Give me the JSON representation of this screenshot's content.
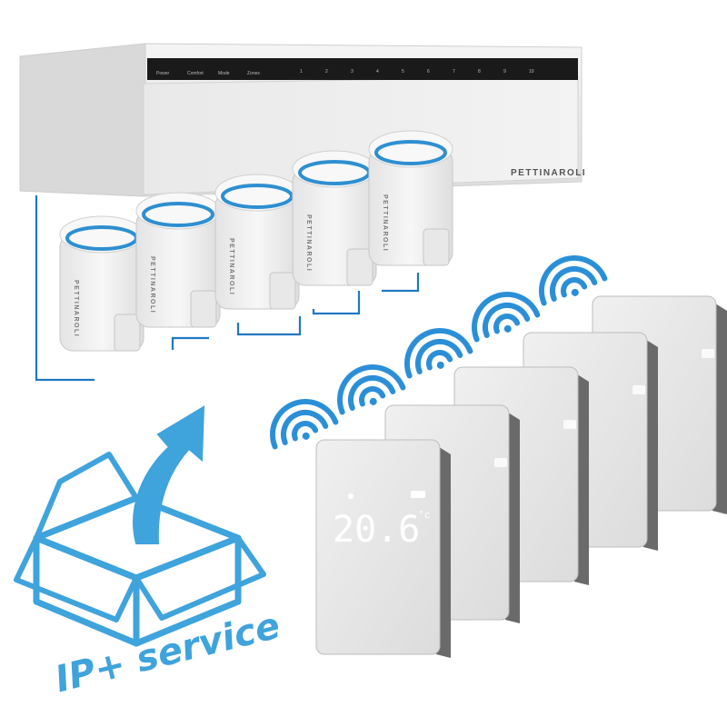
{
  "controller": {
    "brand": "PETTINAROLI",
    "panel_labels": [
      "Power",
      "Comfort",
      "Mode",
      "Zones"
    ],
    "zone_numbers": [
      "1",
      "2",
      "3",
      "4",
      "5",
      "6",
      "7",
      "8",
      "9",
      "10"
    ]
  },
  "actuators": {
    "brand": "PETTINAROLI",
    "count": 5,
    "accent_color": "#2f8fd0"
  },
  "thermostats": {
    "count": 5,
    "temperature": "20.6",
    "unit": "°c"
  },
  "service_badge": {
    "text": "IP+ service",
    "color": "#3fa3dc"
  },
  "colors": {
    "wire": "#1f78c1",
    "wifi": "#2b8fd8",
    "housing": "#eceded",
    "thermostat_glass": "#e6e6e6",
    "thermostat_edge": "#6a6a6a"
  },
  "icons": {
    "wireless": "wifi-signal-icon",
    "box": "open-box-icon",
    "arrow": "upgrade-arrow-icon"
  }
}
